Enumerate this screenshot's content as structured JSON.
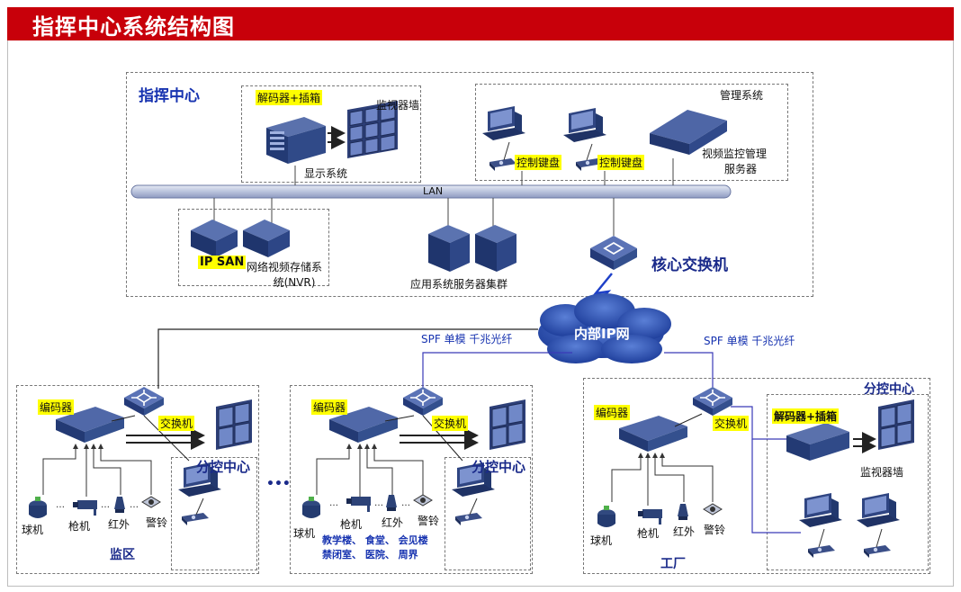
{
  "title": "指挥中心系统结构图",
  "command_center": {
    "label": "指挥中心",
    "decoder_label": "解码器+插箱",
    "monitor_wall_label": "监视器墙",
    "display_system_label": "显示系统",
    "mgmt_system_label": "管理系统",
    "control_keyboard_1": "控制键盘",
    "control_keyboard_2": "控制键盘",
    "mgmt_server_label_1": "视频监控管理",
    "mgmt_server_label_2": "服务器",
    "lan_label": "LAN",
    "ipsan_label": "IP SAN",
    "nvr_label_1": "网络视频存储系",
    "nvr_label_2": "统(NVR)",
    "app_cluster_label": "应用系统服务器集群",
    "core_switch_label": "核心交换机"
  },
  "network": {
    "cloud_label": "内部IP网",
    "fiber_label_left": "SPF 单模 千兆光纤",
    "fiber_label_right": "SPF 单模 千兆光纤"
  },
  "site_1": {
    "encoder_label": "编码器",
    "switch_label": "交换机",
    "sub_center_label": "分控中心",
    "dome_label": "球机",
    "gun_label": "枪机",
    "ir_label": "红外",
    "alarm_label": "警铃",
    "area_label": "监区"
  },
  "ellipsis": "•••",
  "site_2": {
    "encoder_label": "编码器",
    "switch_label": "交换机",
    "sub_center_label": "分控中心",
    "dome_label": "球机",
    "gun_label": "枪机",
    "ir_label": "红外",
    "alarm_label": "警铃",
    "area_line_1": "教学楼、 食堂、 会见楼",
    "area_line_2": "禁闭室、 医院、 周界"
  },
  "site_3": {
    "encoder_label": "编码器",
    "switch_label": "交换机",
    "sub_center_label": "分控中心",
    "decoder_label": "解码器+插箱",
    "monitor_wall_label": "监视器墙",
    "dome_label": "球机",
    "gun_label": "枪机",
    "ir_label": "红外",
    "alarm_label": "警铃",
    "area_label": "工厂"
  },
  "colors": {
    "title_bar": "#c8000a",
    "highlight": "#ffff00",
    "heading_blue": "#1733b0",
    "device_blue": "#243f7a",
    "link_blue": "#3a3ab8"
  }
}
